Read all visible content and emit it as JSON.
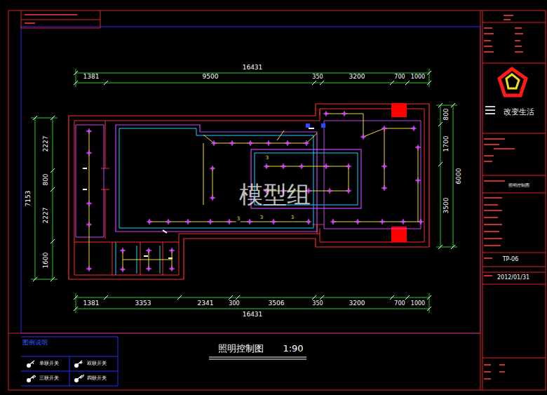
{
  "diagram": {
    "title": "照明控制图",
    "labels": [
      "16431",
      "1381",
      "9500",
      "350",
      "3200",
      "700",
      "1000",
      "2227",
      "800",
      "2227",
      "1600",
      "7153",
      "800",
      "1700",
      "3500",
      "6000",
      "1381",
      "3353",
      "2341",
      "300",
      "3506",
      "350",
      "3200",
      "700",
      "1000",
      "16431",
      "1:90",
      "模型组",
      "改变生活",
      "TP-06",
      "2012/01/31",
      "照明控制图",
      "图例说明",
      "3",
      "3",
      "3",
      "3"
    ],
    "legend": [
      {
        "text": "单联开关"
      },
      {
        "text": "双联开关"
      },
      {
        "text": "三联开关"
      },
      {
        "text": "四联开关"
      }
    ]
  }
}
